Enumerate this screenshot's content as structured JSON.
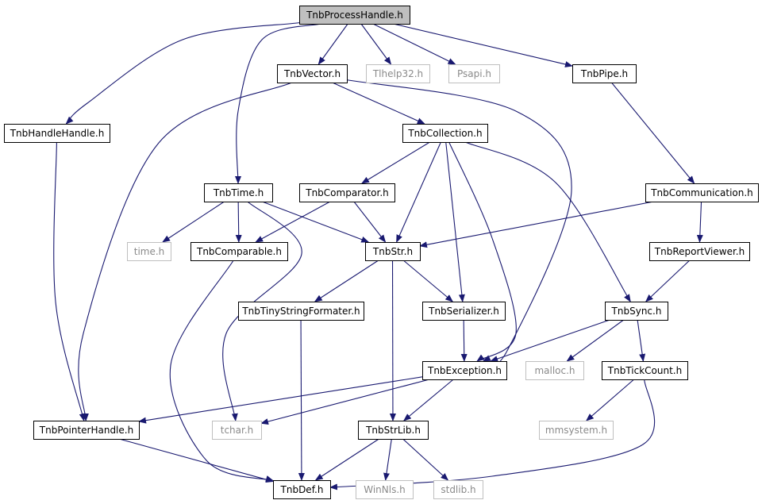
{
  "colors": {
    "edge": "#191970",
    "root_fill": "#bfbfbf",
    "weak_border": "#bfbfbf",
    "strong_border": "#000000"
  },
  "nodes": [
    {
      "id": "process",
      "label": "TnbProcessHandle.h",
      "kind": "root"
    },
    {
      "id": "vector",
      "label": "TnbVector.h",
      "kind": "strong"
    },
    {
      "id": "tlhelp",
      "label": "Tlhelp32.h",
      "kind": "weak"
    },
    {
      "id": "psapi",
      "label": "Psapi.h",
      "kind": "weak"
    },
    {
      "id": "pipe",
      "label": "TnbPipe.h",
      "kind": "strong"
    },
    {
      "id": "handlehandle",
      "label": "TnbHandleHandle.h",
      "kind": "strong"
    },
    {
      "id": "collection",
      "label": "TnbCollection.h",
      "kind": "strong"
    },
    {
      "id": "time",
      "label": "TnbTime.h",
      "kind": "strong"
    },
    {
      "id": "comparator",
      "label": "TnbComparator.h",
      "kind": "strong"
    },
    {
      "id": "communication",
      "label": "TnbCommunication.h",
      "kind": "strong"
    },
    {
      "id": "timeh",
      "label": "time.h",
      "kind": "weak"
    },
    {
      "id": "comparable",
      "label": "TnbComparable.h",
      "kind": "strong"
    },
    {
      "id": "str",
      "label": "TnbStr.h",
      "kind": "strong"
    },
    {
      "id": "reportviewer",
      "label": "TnbReportViewer.h",
      "kind": "strong"
    },
    {
      "id": "tinystring",
      "label": "TnbTinyStringFormater.h",
      "kind": "strong"
    },
    {
      "id": "serializer",
      "label": "TnbSerializer.h",
      "kind": "strong"
    },
    {
      "id": "sync",
      "label": "TnbSync.h",
      "kind": "strong"
    },
    {
      "id": "exception",
      "label": "TnbException.h",
      "kind": "strong"
    },
    {
      "id": "malloc",
      "label": "malloc.h",
      "kind": "weak"
    },
    {
      "id": "tickcount",
      "label": "TnbTickCount.h",
      "kind": "strong"
    },
    {
      "id": "pointerhandle",
      "label": "TnbPointerHandle.h",
      "kind": "strong"
    },
    {
      "id": "tchar",
      "label": "tchar.h",
      "kind": "weak"
    },
    {
      "id": "strlib",
      "label": "TnbStrLib.h",
      "kind": "strong"
    },
    {
      "id": "mmsystem",
      "label": "mmsystem.h",
      "kind": "weak"
    },
    {
      "id": "def",
      "label": "TnbDef.h",
      "kind": "strong"
    },
    {
      "id": "winnls",
      "label": "WinNls.h",
      "kind": "weak"
    },
    {
      "id": "stdlib",
      "label": "stdlib.h",
      "kind": "weak"
    }
  ],
  "edges": [
    {
      "from": "process",
      "to": "handlehandle"
    },
    {
      "from": "process",
      "to": "vector"
    },
    {
      "from": "process",
      "to": "time"
    },
    {
      "from": "process",
      "to": "tlhelp"
    },
    {
      "from": "process",
      "to": "psapi"
    },
    {
      "from": "process",
      "to": "pipe"
    },
    {
      "from": "vector",
      "to": "collection"
    },
    {
      "from": "vector",
      "to": "pointerhandle"
    },
    {
      "from": "vector",
      "to": "exception"
    },
    {
      "from": "pipe",
      "to": "communication"
    },
    {
      "from": "handlehandle",
      "to": "pointerhandle"
    },
    {
      "from": "collection",
      "to": "comparator"
    },
    {
      "from": "collection",
      "to": "str"
    },
    {
      "from": "collection",
      "to": "serializer"
    },
    {
      "from": "collection",
      "to": "exception"
    },
    {
      "from": "collection",
      "to": "sync"
    },
    {
      "from": "time",
      "to": "timeh"
    },
    {
      "from": "time",
      "to": "comparable"
    },
    {
      "from": "time",
      "to": "str"
    },
    {
      "from": "time",
      "to": "tchar"
    },
    {
      "from": "comparator",
      "to": "comparable"
    },
    {
      "from": "comparator",
      "to": "str"
    },
    {
      "from": "communication",
      "to": "str"
    },
    {
      "from": "communication",
      "to": "reportviewer"
    },
    {
      "from": "comparable",
      "to": "def"
    },
    {
      "from": "str",
      "to": "tinystring"
    },
    {
      "from": "str",
      "to": "serializer"
    },
    {
      "from": "str",
      "to": "strlib"
    },
    {
      "from": "reportviewer",
      "to": "sync"
    },
    {
      "from": "tinystring",
      "to": "def"
    },
    {
      "from": "serializer",
      "to": "exception"
    },
    {
      "from": "sync",
      "to": "exception"
    },
    {
      "from": "sync",
      "to": "malloc"
    },
    {
      "from": "sync",
      "to": "tickcount"
    },
    {
      "from": "exception",
      "to": "pointerhandle"
    },
    {
      "from": "exception",
      "to": "tchar"
    },
    {
      "from": "exception",
      "to": "strlib"
    },
    {
      "from": "tickcount",
      "to": "mmsystem"
    },
    {
      "from": "tickcount",
      "to": "def"
    },
    {
      "from": "pointerhandle",
      "to": "def"
    },
    {
      "from": "strlib",
      "to": "def"
    },
    {
      "from": "strlib",
      "to": "winnls"
    },
    {
      "from": "strlib",
      "to": "stdlib"
    }
  ]
}
